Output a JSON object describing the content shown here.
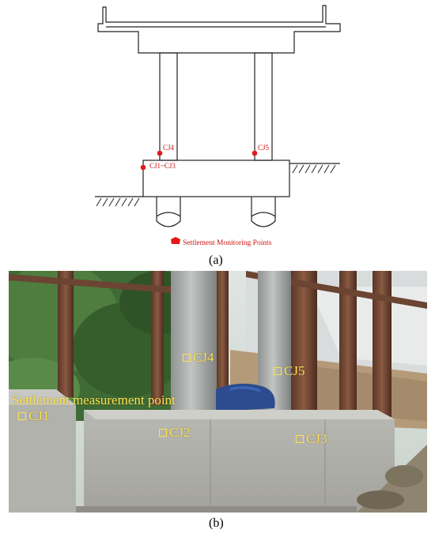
{
  "panel_a": {
    "caption": "(a)",
    "labels": {
      "cj4": "CJ4",
      "cj5": "CJ5",
      "cj1_cj3": "CJ1~CJ3"
    },
    "legend": "Settlement Monitoring Points",
    "marker_color": "#e41a1a"
  },
  "panel_b": {
    "caption": "(b)",
    "labels": {
      "heading": "Settlement measurement point",
      "cj1": "CJ1",
      "cj2": "CJ2",
      "cj3": "CJ3",
      "cj4": "CJ4",
      "cj5": "CJ5"
    },
    "label_color": "#ffe14a"
  }
}
